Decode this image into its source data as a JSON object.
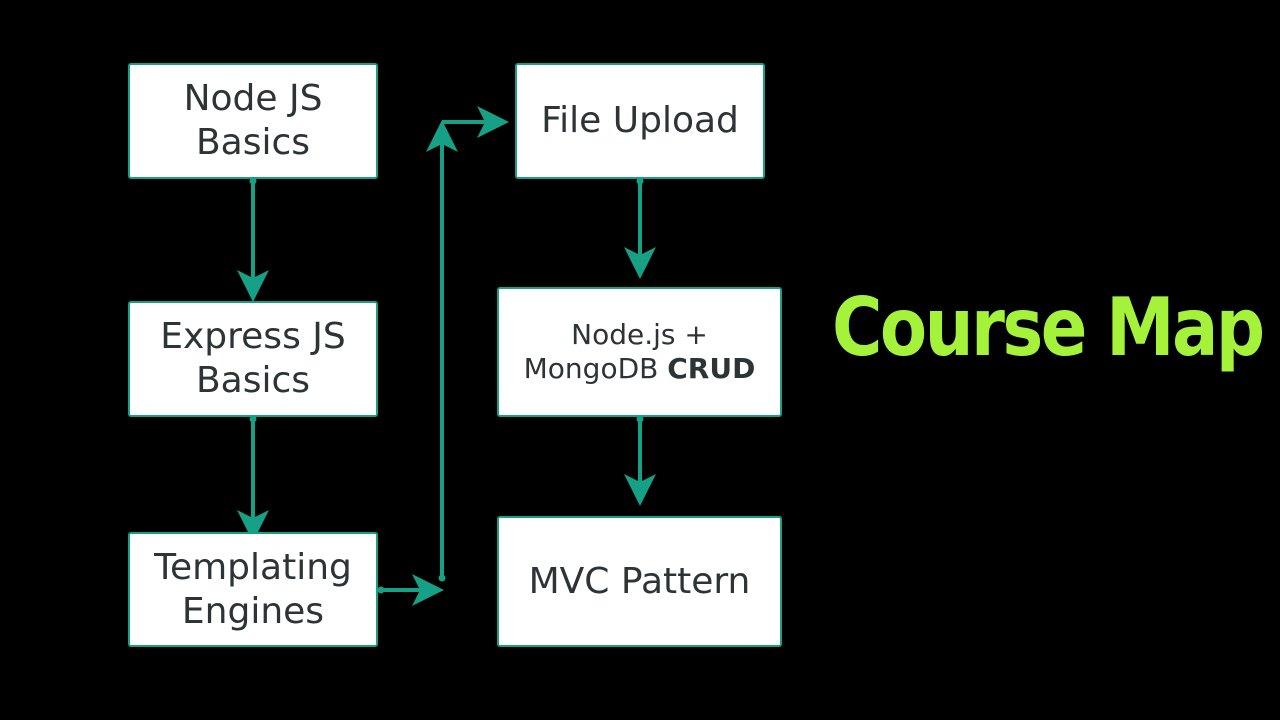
{
  "title": "Course Map",
  "colors": {
    "background": "#000000",
    "box_fill": "#ffffff",
    "connector": "#16a085",
    "title": "#a4f23a",
    "text": "#2d3436"
  },
  "nodes": {
    "node_basics": {
      "line1": "Node JS",
      "line2": "Basics"
    },
    "express_basics": {
      "line1": "Express JS",
      "line2": "Basics"
    },
    "templating": {
      "line1": "Templating",
      "line2": "Engines"
    },
    "file_upload": {
      "line1": "File Upload"
    },
    "crud": {
      "line1": "Node.js +",
      "line2_prefix": "MongoDB ",
      "line2_bold": "CRUD"
    },
    "mvc": {
      "line1": "MVC Pattern"
    }
  },
  "edges": [
    {
      "from": "Node JS Basics",
      "to": "Express JS Basics"
    },
    {
      "from": "Express JS Basics",
      "to": "Templating Engines"
    },
    {
      "from": "Templating Engines",
      "to": "File Upload"
    },
    {
      "from": "File Upload",
      "to": "Node.js + MongoDB CRUD"
    },
    {
      "from": "Node.js + MongoDB CRUD",
      "to": "MVC Pattern"
    }
  ]
}
